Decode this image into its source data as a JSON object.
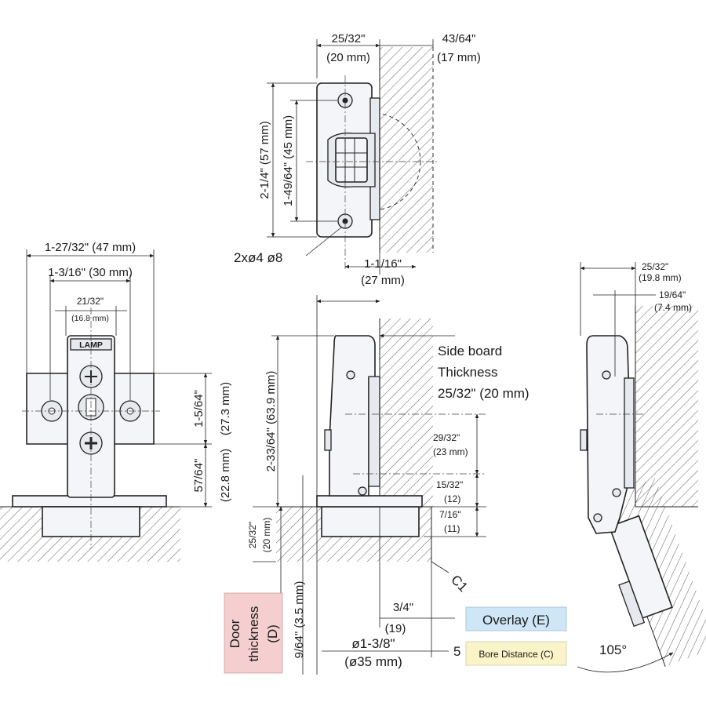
{
  "top_view": {
    "dim_width_in": "25/32\"",
    "dim_width_mm": "(20 mm)",
    "dim_side_in": "43/64\"",
    "dim_side_mm": "(17 mm)",
    "dim_height_outer": "2-1/4\" (57 mm)",
    "dim_height_inner": "1-49/64\" (45 mm)",
    "dim_bore_in": "1-1/16\"",
    "dim_bore_mm": "(27 mm)",
    "screw_holes": "2xø4 ø8"
  },
  "left_view": {
    "dim_total": "1-27/32\" (47 mm)",
    "dim_mid": "1-3/16\" (30 mm)",
    "dim_small_in": "21/32\"",
    "dim_small_mm": "(16.8 mm)",
    "logo": "LAMP",
    "dim_v1": "1-5/64\"",
    "dim_v1_mm": "(27.3 mm)",
    "dim_v2": "57/64\"",
    "dim_v2_mm": "(22.8 mm)"
  },
  "side_view": {
    "side_board_line1": "Side board",
    "side_board_line2": "Thickness",
    "side_board_line3": "25/32\" (20 mm)",
    "dim_height": "2-33/64\" (63.9 mm)",
    "dim_a_in": "29/32\"",
    "dim_a_mm": "(23 mm)",
    "dim_b_in": "15/32\"",
    "dim_b_mm": "(12)",
    "dim_c_in": "7/16\"",
    "dim_c_mm": "(11)",
    "dim_door_in": "25/32\"",
    "dim_door_mm": "(20 mm)",
    "dim_gap": "9/64\" (3.5 mm)",
    "c1": "C1",
    "dim_overlay_in": "3/4\"",
    "dim_overlay_mm": "(19)",
    "dim_cup_in": "ø1-3/8\"",
    "dim_cup_mm": "(ø35 mm)",
    "dim_bore_dist": "5"
  },
  "legend": {
    "door_line1": "Door",
    "door_line2": "thickness",
    "door_line3": "(D)",
    "overlay": "Overlay (E)",
    "bore": "Bore Distance (C)"
  },
  "right_view": {
    "dim_top_in": "25/32\"",
    "dim_top_mm": "(19.8 mm)",
    "dim_small_in": "19/64\"",
    "dim_small_mm": "(7.4 mm)",
    "angle": "105°"
  },
  "colors": {
    "door_box": "#f5cfd0",
    "overlay_box": "#cfe6f7",
    "bore_box": "#fbf4c8",
    "line": "#222222"
  }
}
